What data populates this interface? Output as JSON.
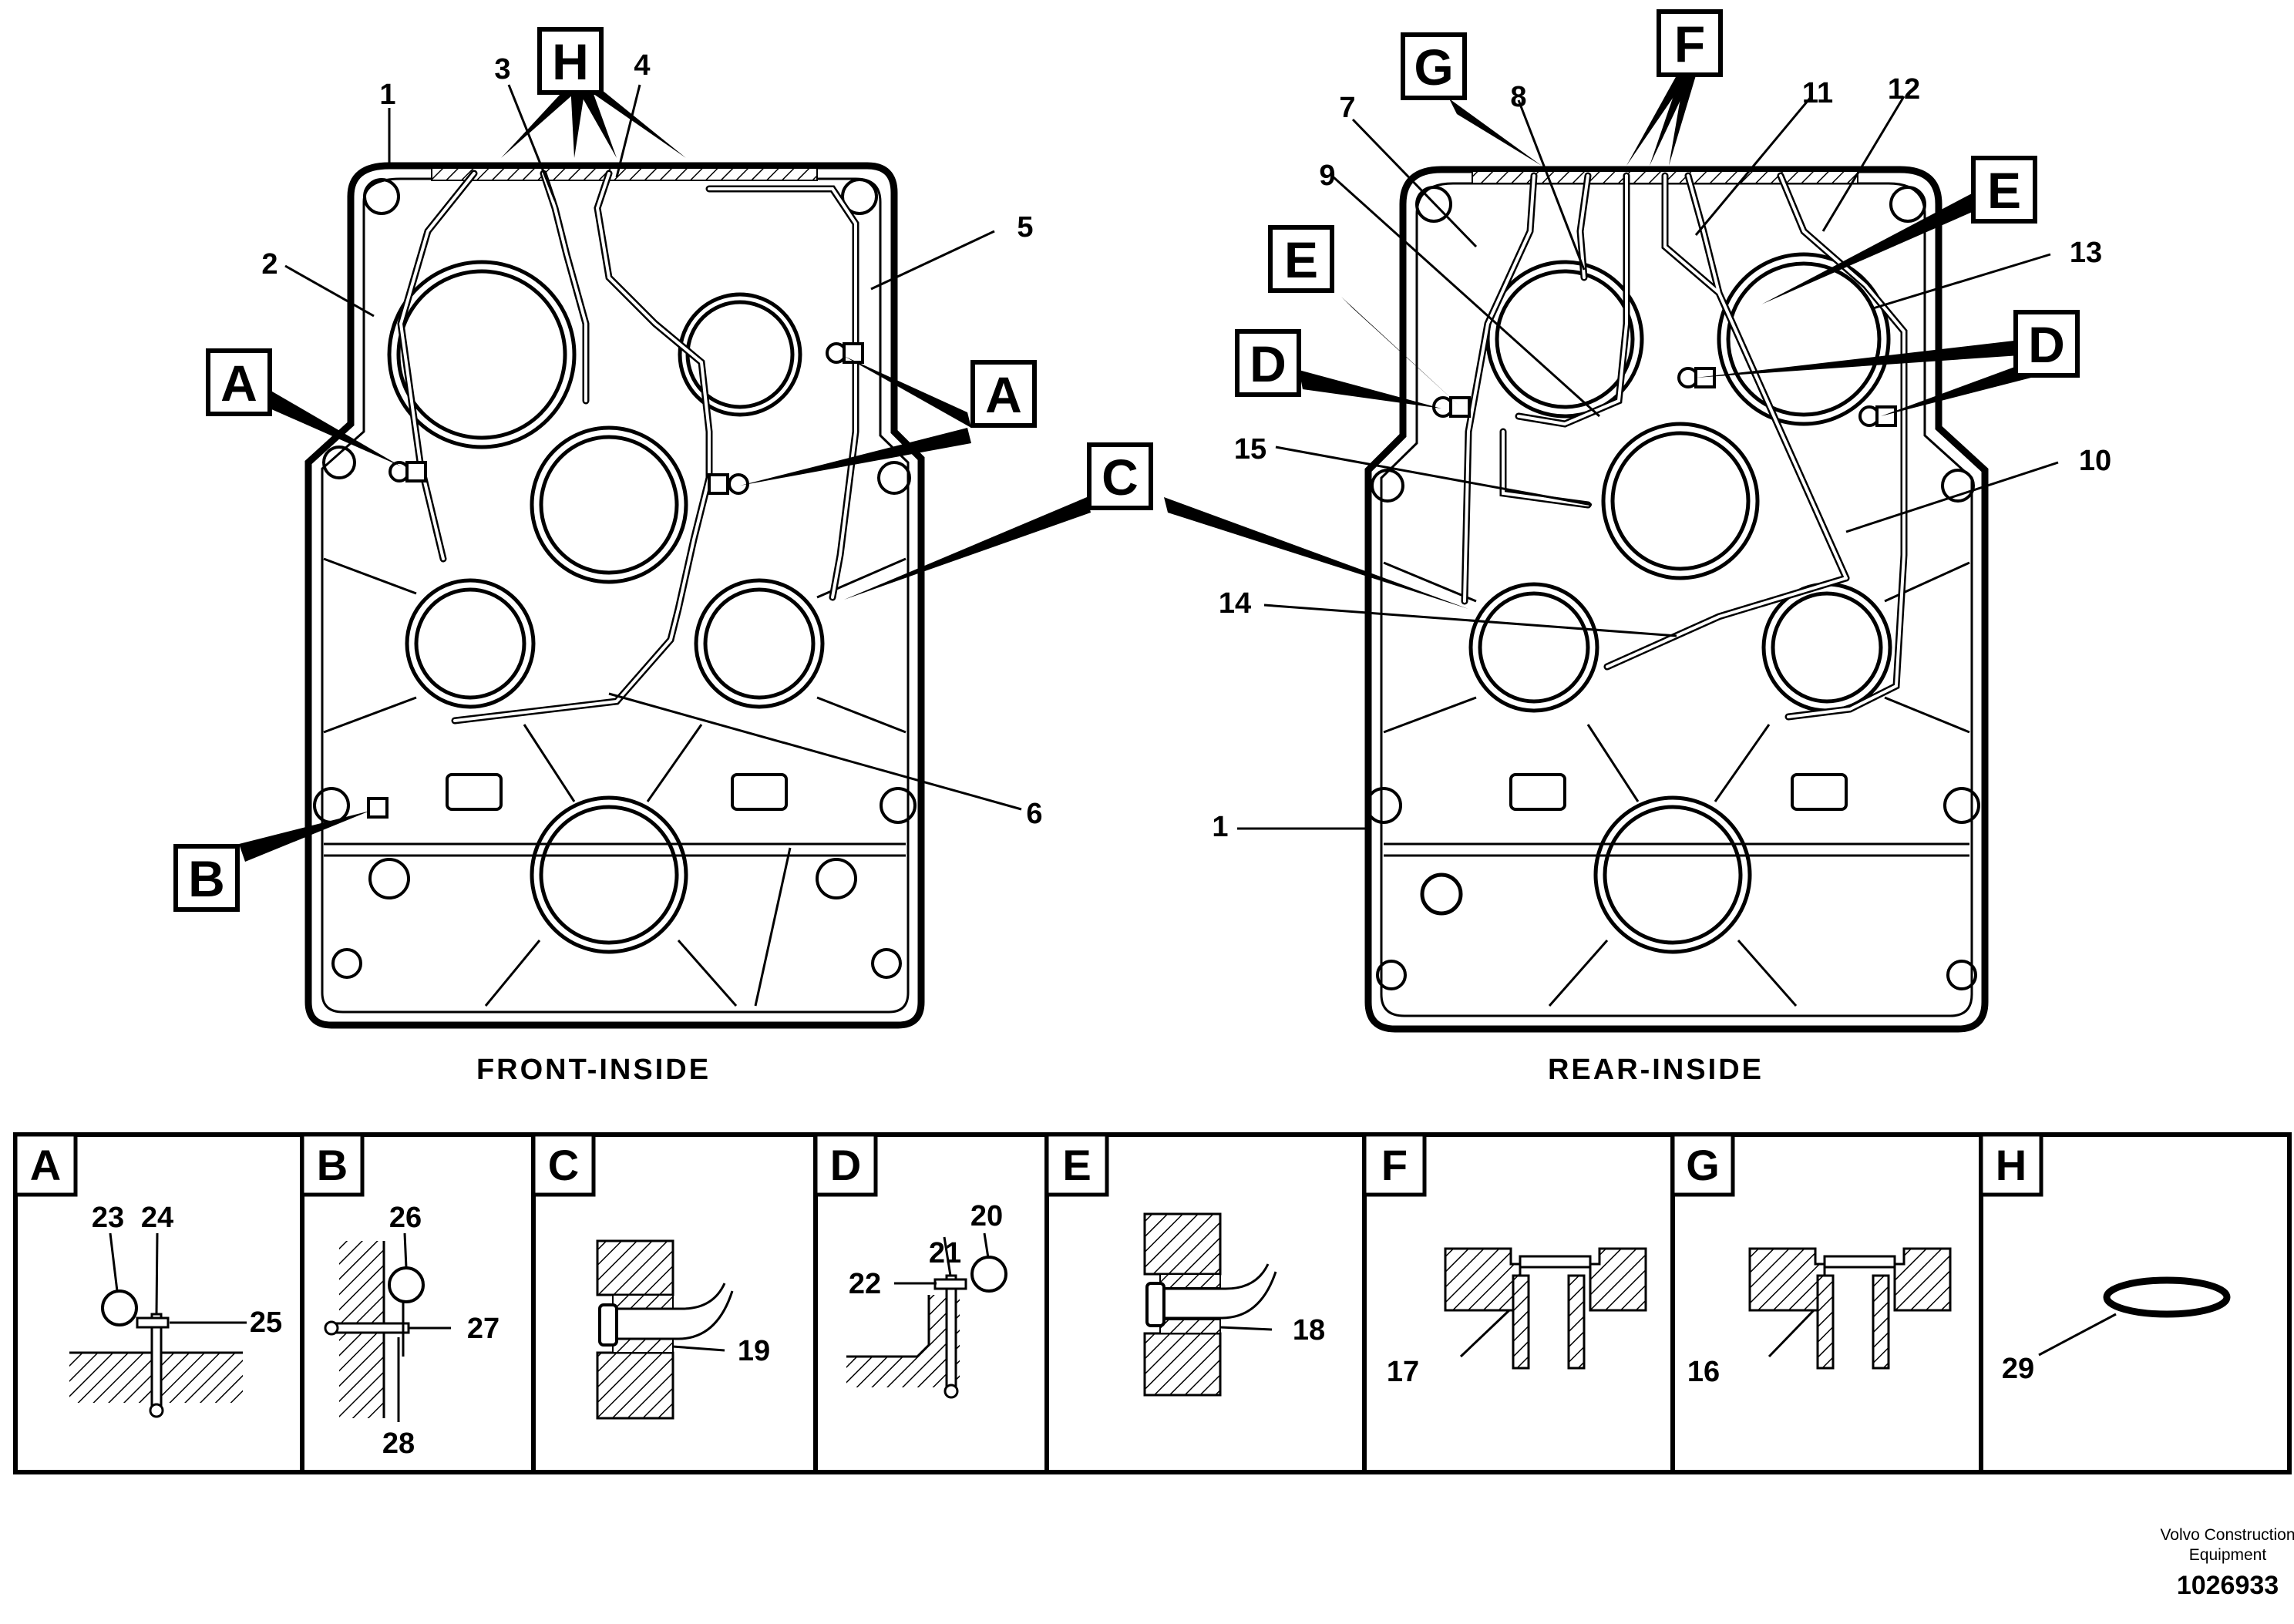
{
  "drawing": {
    "views": {
      "front": {
        "caption": "FRONT-INSIDE"
      },
      "rear": {
        "caption": "REAR-INSIDE"
      }
    },
    "detail_callouts": {
      "front": [
        "H",
        "A",
        "A",
        "C",
        "B"
      ],
      "rear": [
        "G",
        "F",
        "E",
        "E",
        "D",
        "D"
      ]
    },
    "part_numbers": {
      "front": [
        "1",
        "2",
        "3",
        "4",
        "5",
        "6"
      ],
      "rear": [
        "1",
        "7",
        "8",
        "9",
        "10",
        "11",
        "12",
        "13",
        "14",
        "15"
      ]
    },
    "detail_panels": [
      {
        "letter": "A",
        "parts": [
          "23",
          "24",
          "25"
        ]
      },
      {
        "letter": "B",
        "parts": [
          "26",
          "27",
          "28"
        ]
      },
      {
        "letter": "C",
        "parts": [
          "19"
        ]
      },
      {
        "letter": "D",
        "parts": [
          "20",
          "21",
          "22"
        ]
      },
      {
        "letter": "E",
        "parts": [
          "18"
        ]
      },
      {
        "letter": "F",
        "parts": [
          "17"
        ]
      },
      {
        "letter": "G",
        "parts": [
          "16"
        ]
      },
      {
        "letter": "H",
        "parts": [
          "29"
        ]
      }
    ],
    "footer": {
      "brand_line1": "Volvo Construction",
      "brand_line2": "Equipment",
      "figure_number": "1026933"
    }
  }
}
